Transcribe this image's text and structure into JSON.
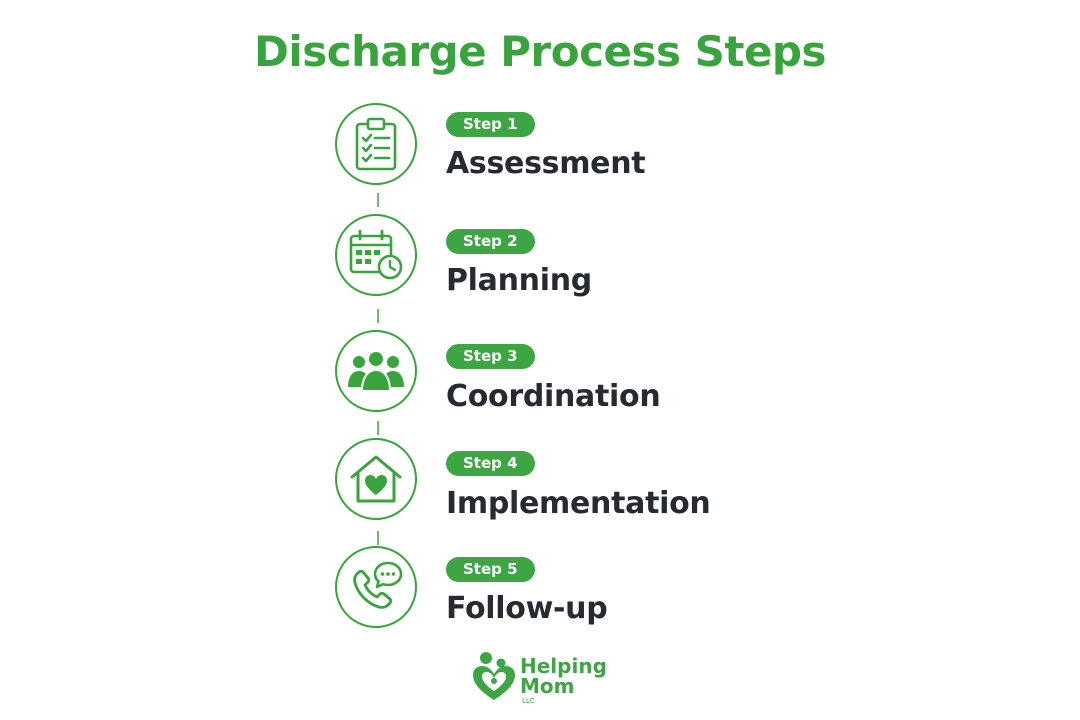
{
  "title": "Discharge Process Steps",
  "accent_color": "#39a33d",
  "text_color": "#262b31",
  "steps": [
    {
      "badge": "Step 1",
      "name": "Assessment",
      "icon": "clipboard-checklist-icon"
    },
    {
      "badge": "Step 2",
      "name": "Planning",
      "icon": "calendar-clock-icon"
    },
    {
      "badge": "Step 3",
      "name": "Coordination",
      "icon": "people-group-icon"
    },
    {
      "badge": "Step 4",
      "name": "Implementation",
      "icon": "home-heart-icon"
    },
    {
      "badge": "Step 5",
      "name": "Follow-up",
      "icon": "phone-chat-icon"
    }
  ],
  "logo": {
    "line1": "Helping",
    "line2": "Mom",
    "line3": "LLC",
    "icon": "family-heart-logo-icon"
  }
}
